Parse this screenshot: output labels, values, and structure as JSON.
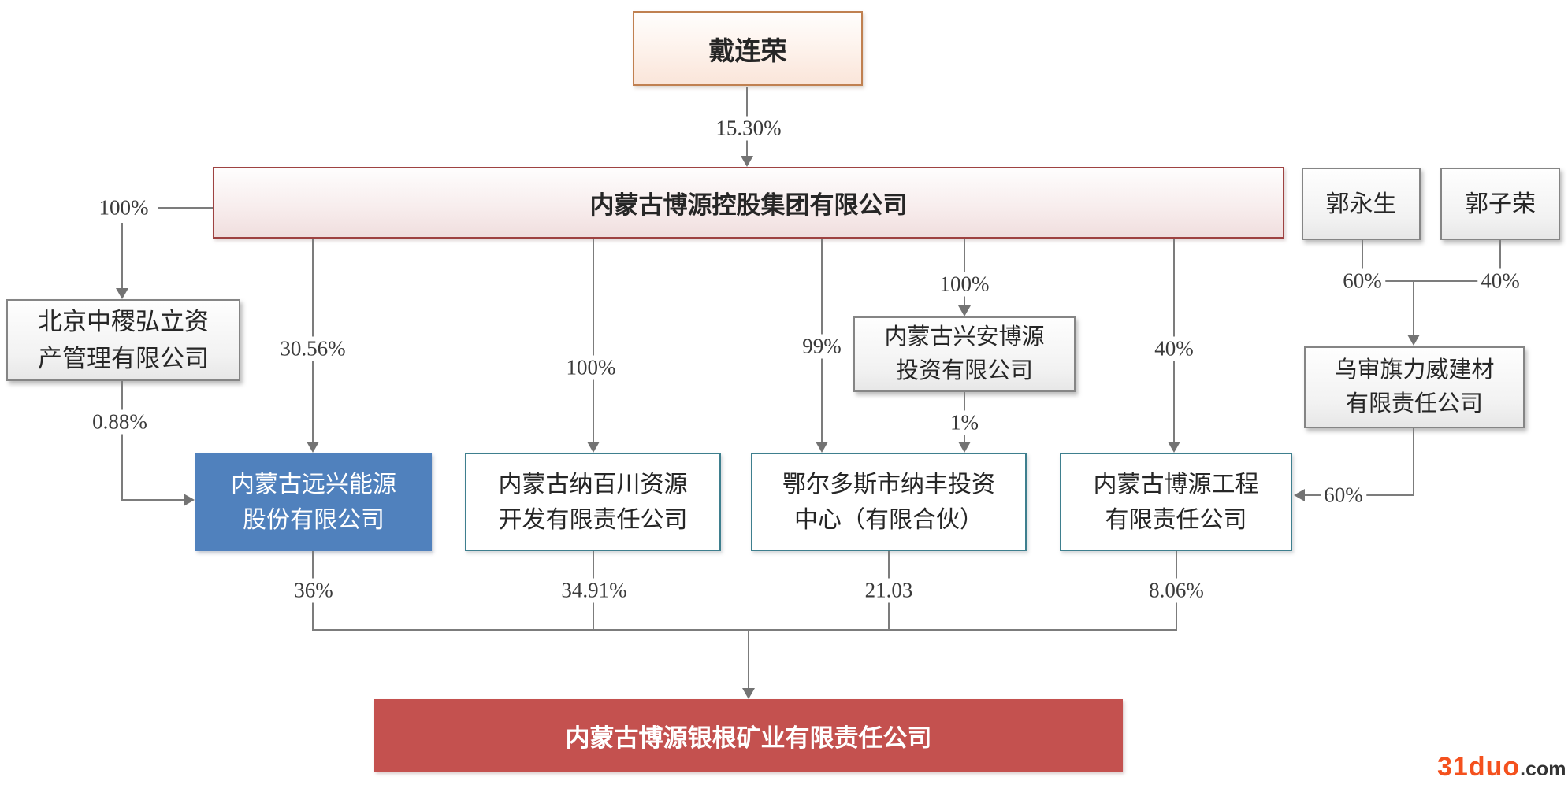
{
  "diagram": {
    "nodes": {
      "dai": {
        "label": "戴连荣"
      },
      "main": {
        "label": "内蒙古博源控股集团有限公司"
      },
      "guo_yongsheng": {
        "label": "郭永生"
      },
      "guo_zirong": {
        "label": "郭子荣"
      },
      "beijing": {
        "lines": [
          "北京中稷弘立资",
          "产管理有限公司"
        ]
      },
      "xingan": {
        "lines": [
          "内蒙古兴安博源",
          "投资有限公司"
        ]
      },
      "liwei": {
        "lines": [
          "乌审旗力威建材",
          "有限责任公司"
        ]
      },
      "yuanxing": {
        "lines": [
          "内蒙古远兴能源",
          "股份有限公司"
        ]
      },
      "nabaichuan": {
        "lines": [
          "内蒙古纳百川资源",
          "开发有限责任公司"
        ]
      },
      "eerduosi": {
        "lines": [
          "鄂尔多斯市纳丰投资",
          "中心（有限合伙）"
        ]
      },
      "gongcheng": {
        "lines": [
          "内蒙古博源工程",
          "有限责任公司"
        ]
      },
      "yingen": {
        "label": "内蒙古博源银根矿业有限责任公司"
      }
    },
    "edges": {
      "dai_main": "15.30%",
      "main_beijing": "100%",
      "beijing_yuanxing": "0.88%",
      "main_yuanxing": "30.56%",
      "main_nabaichuan": "100%",
      "main_eerduosi": "99%",
      "main_xingan": "100%",
      "xingan_eerduosi": "1%",
      "main_gongcheng": "40%",
      "guoyongsheng_liwei": "60%",
      "guozirong_liwei": "40%",
      "liwei_gongcheng": "60%",
      "yuanxing_yingen": "36%",
      "nabaichuan_yingen": "34.91%",
      "eerduosi_yingen": "21.03",
      "gongcheng_yingen": "8.06%"
    },
    "colors": {
      "orange_border": "#c08050",
      "dark_red_border": "#9e4241",
      "gray_border": "#858585",
      "teal_border": "#3e7f8e",
      "blue_fill": "#5081bd",
      "red_fill": "#c4514f",
      "connector": "#7c7c7c",
      "watermark_orange": "#f4511e"
    }
  },
  "watermark": {
    "brand": "31duo",
    "suffix": ".com"
  }
}
